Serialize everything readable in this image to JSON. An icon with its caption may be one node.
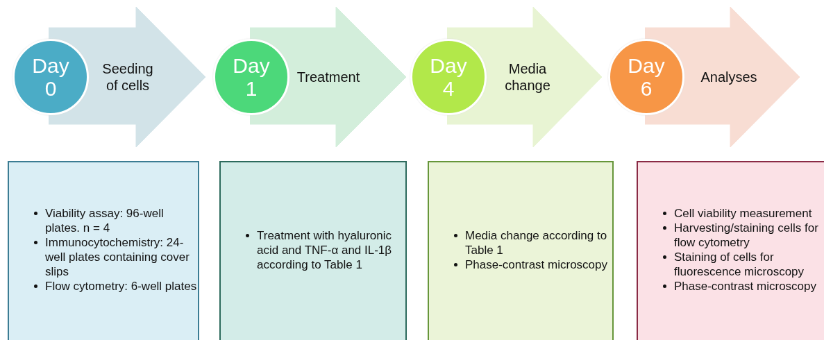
{
  "diagram": {
    "nodes": [
      {
        "text": [
          "Day 0"
        ]
      },
      {
        "text": [
          "Seeding of cells"
        ]
      },
      {
        "text": [
          "Day 1"
        ]
      },
      {
        "text": [
          "Treatment"
        ]
      },
      {
        "text": [
          "Day 4"
        ]
      },
      {
        "text": [
          "Media change"
        ]
      },
      {
        "text": [
          "Day 6"
        ]
      },
      {
        "text": [
          "Analyses"
        ]
      },
      {
        "text": [
          "Viability assay: 96-well plates. n = 4",
          "Immunocytochemistry: 24-well plates containing cover slips",
          "Flow cytometry: 6-well plates"
        ]
      },
      {
        "text": [
          "Treatment with hyaluronic acid and TNF-α and IL-1β according to Table 1"
        ]
      },
      {
        "text": [
          "Media change according to Table 1",
          "Phase-contrast microscopy"
        ]
      },
      {
        "text": [
          "Cell viability measurement",
          "Harvesting/staining cells for flow cytometry",
          "Staining of cells for fluorescence microscopy",
          "Phase-contrast microscopy"
        ]
      }
    ]
  }
}
